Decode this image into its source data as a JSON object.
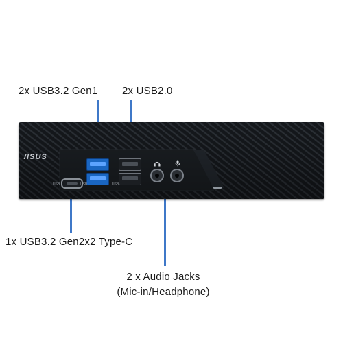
{
  "callouts": {
    "usb32_gen1": "2x USB3.2 Gen1",
    "usb20": "2x USB2.0",
    "typec": "1x USB3.2 Gen2x2 Type-C",
    "audio_line1": "2 x Audio Jacks",
    "audio_line2": "(Mic-in/Headphone)"
  },
  "device": {
    "brand_logo": "/ISUS",
    "port_marks": [
      "USB",
      "USB",
      "USB"
    ]
  },
  "colors": {
    "callout_line": "#3f78c8",
    "usb3_port": "#1a66c2",
    "chassis": "#111418"
  },
  "icons": [
    "headphone-icon",
    "microphone-icon"
  ]
}
